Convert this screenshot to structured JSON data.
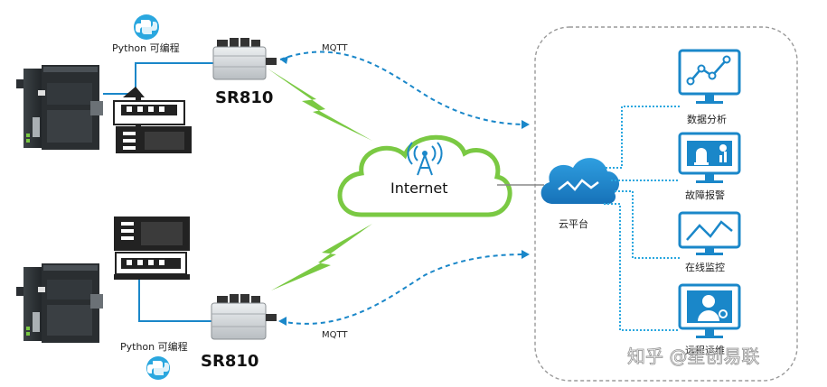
{
  "colors": {
    "blue": "#1a87c9",
    "cyan": "#2aa7df",
    "green": "#7ac943",
    "dark": "#222222",
    "gray": "#888888"
  },
  "top": {
    "python_label": "Python 可编程",
    "router_label": "SR810",
    "protocol_label": "MQTT"
  },
  "bottom": {
    "python_label": "Python 可编程",
    "router_label": "SR810",
    "protocol_label": "MQTT"
  },
  "cloud": {
    "label": "Internet"
  },
  "platform": {
    "label": "云平台",
    "functions": [
      "数据分析",
      "故障报警",
      "在线监控",
      "远程运维"
    ]
  },
  "watermark": "知乎 @星创易联"
}
